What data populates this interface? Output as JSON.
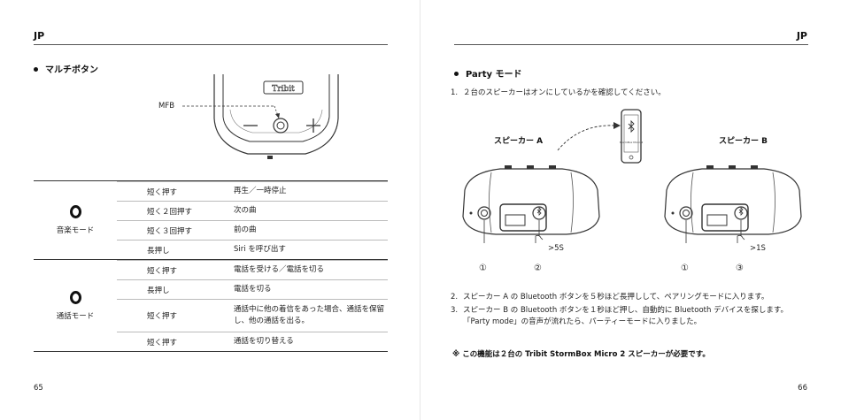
{
  "left_page": {
    "header": "JP",
    "section_title": "マルチボタン",
    "mfb_label": "MFB",
    "brand_logo": "Tribit",
    "table": {
      "groups": [
        {
          "label": "音楽モード",
          "icon": "mfb-ring-icon",
          "rows": [
            {
              "action": "短く押す",
              "result": "再生／一時停止"
            },
            {
              "action": "短く２回押す",
              "result": "次の曲"
            },
            {
              "action": "短く３回押す",
              "result": "前の曲"
            },
            {
              "action": "長押し",
              "result": "Siri を呼び出す"
            }
          ]
        },
        {
          "label": "通話モード",
          "icon": "mfb-ring-icon",
          "rows": [
            {
              "action": "短く押す",
              "result": "電話を受ける／電話を切る"
            },
            {
              "action": "長押し",
              "result": "電話を切る"
            },
            {
              "action": "短く押す",
              "result": "通話中に他の着信をあった場合、通話を保留し、他の通話を出る。"
            },
            {
              "action": "短く押す",
              "result": "通話を切り替える"
            }
          ]
        }
      ]
    },
    "page_number": "65"
  },
  "right_page": {
    "header": "JP",
    "section_title": "Party モード",
    "steps": [
      {
        "num": "1.",
        "text": "２台のスピーカーはオンにしているかを確認してください。"
      },
      {
        "num": "2.",
        "text": "スピーカー A の Bluetooth ボタンを５秒ほど長押しして、ペアリングモードに入ります。"
      },
      {
        "num": "3.",
        "text": "スピーカー B の Bluetooth ボタンを１秒ほど押し、自動的に Bluetooth デバイスを探します。「Party mode」の音声が流れたら、パーティーモードに入りました。"
      }
    ],
    "speaker_a_label": "スピーカー A",
    "speaker_b_label": "スピーカー B",
    "phone_screen_text": "StormBox Micro 2",
    "press_a": ">5S",
    "press_b": ">1S",
    "callouts_a": [
      "①",
      "②"
    ],
    "callouts_b": [
      "①",
      "③"
    ],
    "note": "※ この機能は２台の Tribit StormBox Micro 2 スピーカーが必要です。",
    "page_number": "66"
  }
}
